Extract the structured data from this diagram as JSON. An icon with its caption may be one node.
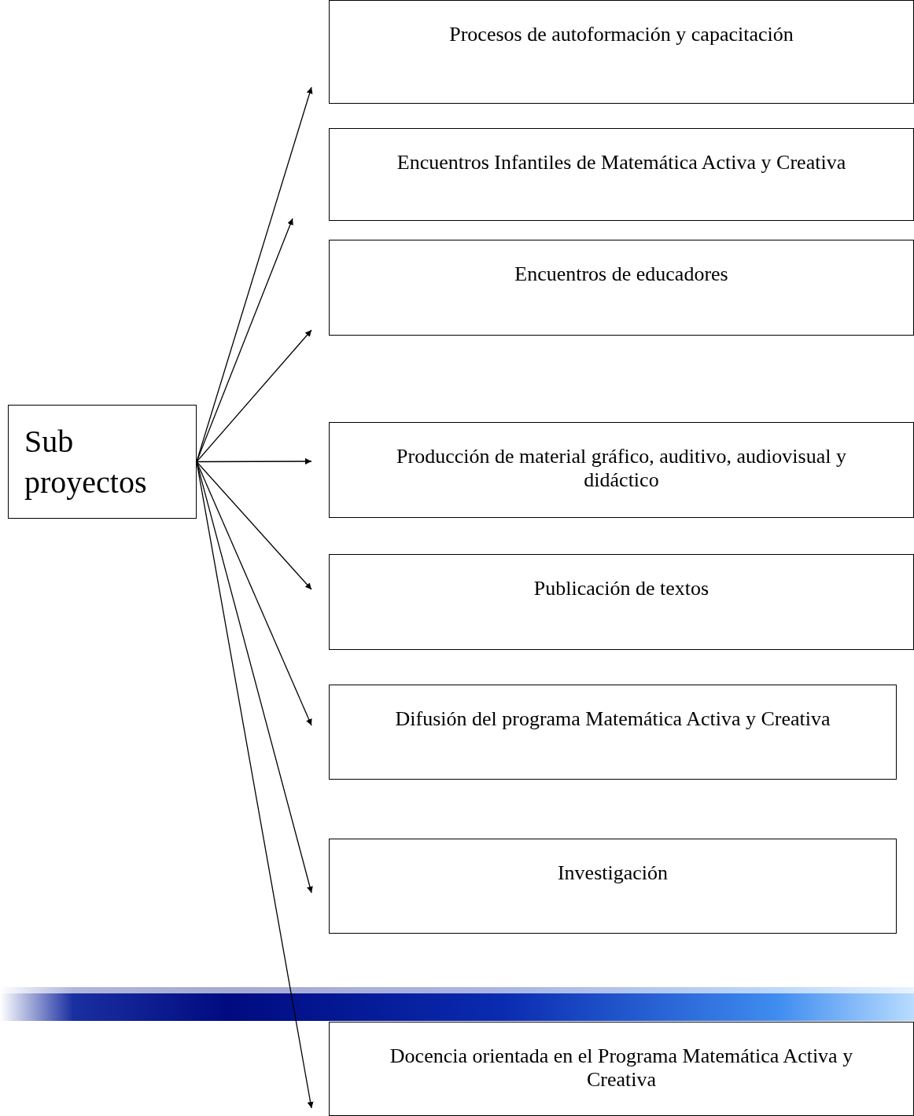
{
  "diagram": {
    "nodes": [
      {
        "text": [
          "Sub proyectos"
        ]
      },
      {
        "text": [
          "Procesos de autoformación y capacitación"
        ]
      },
      {
        "text": [
          "Encuentros Infantiles de Matemática Activa y Creativa"
        ]
      },
      {
        "text": [
          "Encuentros de educadores"
        ]
      },
      {
        "text": [
          "Producción de material gráfico, auditivo, audiovisual y didáctico"
        ]
      },
      {
        "text": [
          "Publicación de textos"
        ]
      },
      {
        "text": [
          "Difusión del programa Matemática Activa y Creativa"
        ]
      },
      {
        "text": [
          "Investigación"
        ]
      },
      {
        "text": [
          "Docencia orientada en el Programa Matemática Activa y Creativa"
        ]
      }
    ],
    "edges": [
      {
        "from": 0,
        "to": 1,
        "arrow": "to"
      },
      {
        "from": 0,
        "to": 2,
        "arrow": "to"
      },
      {
        "from": 0,
        "to": 3,
        "arrow": "to"
      },
      {
        "from": 0,
        "to": 4,
        "arrow": "to"
      },
      {
        "from": 0,
        "to": 5,
        "arrow": "to"
      },
      {
        "from": 0,
        "to": 6,
        "arrow": "to"
      },
      {
        "from": 0,
        "to": 7,
        "arrow": "to"
      },
      {
        "from": 0,
        "to": 8,
        "arrow": "to"
      }
    ]
  }
}
